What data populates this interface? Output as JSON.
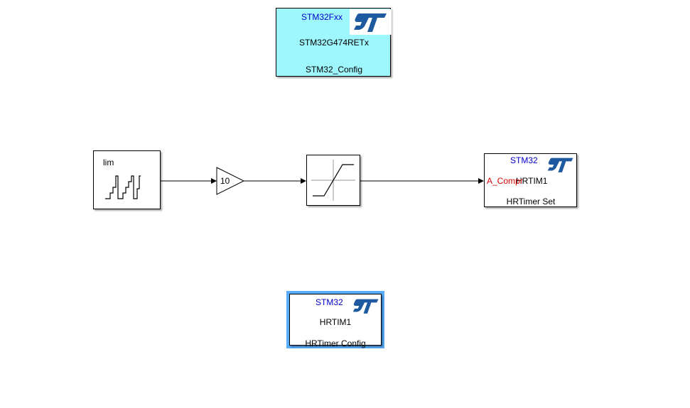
{
  "config_block": {
    "series": "STM32Fxx",
    "part_number": "STM32G474RETx",
    "name": "STM32_Config",
    "fill": "#9ef7fd"
  },
  "source_block": {
    "label": "lim"
  },
  "gain_block": {
    "value": "10"
  },
  "hrtimer_set_block": {
    "family": "STM32",
    "port_label": "A_Compr",
    "timer": "HRTIM1",
    "name": "HRTimer Set"
  },
  "hrtimer_config_block": {
    "family": "STM32",
    "timer": "HRTIM1",
    "name": "HRTimer Config",
    "highlight": "#58aefc"
  },
  "colors": {
    "st_logo": "#1f5aa0",
    "label_blue": "#0000c8",
    "port_red": "#e00000"
  },
  "icons": [
    "st-logo-icon",
    "staircase-signal-icon",
    "saturation-icon",
    "gain-triangle-icon"
  ]
}
